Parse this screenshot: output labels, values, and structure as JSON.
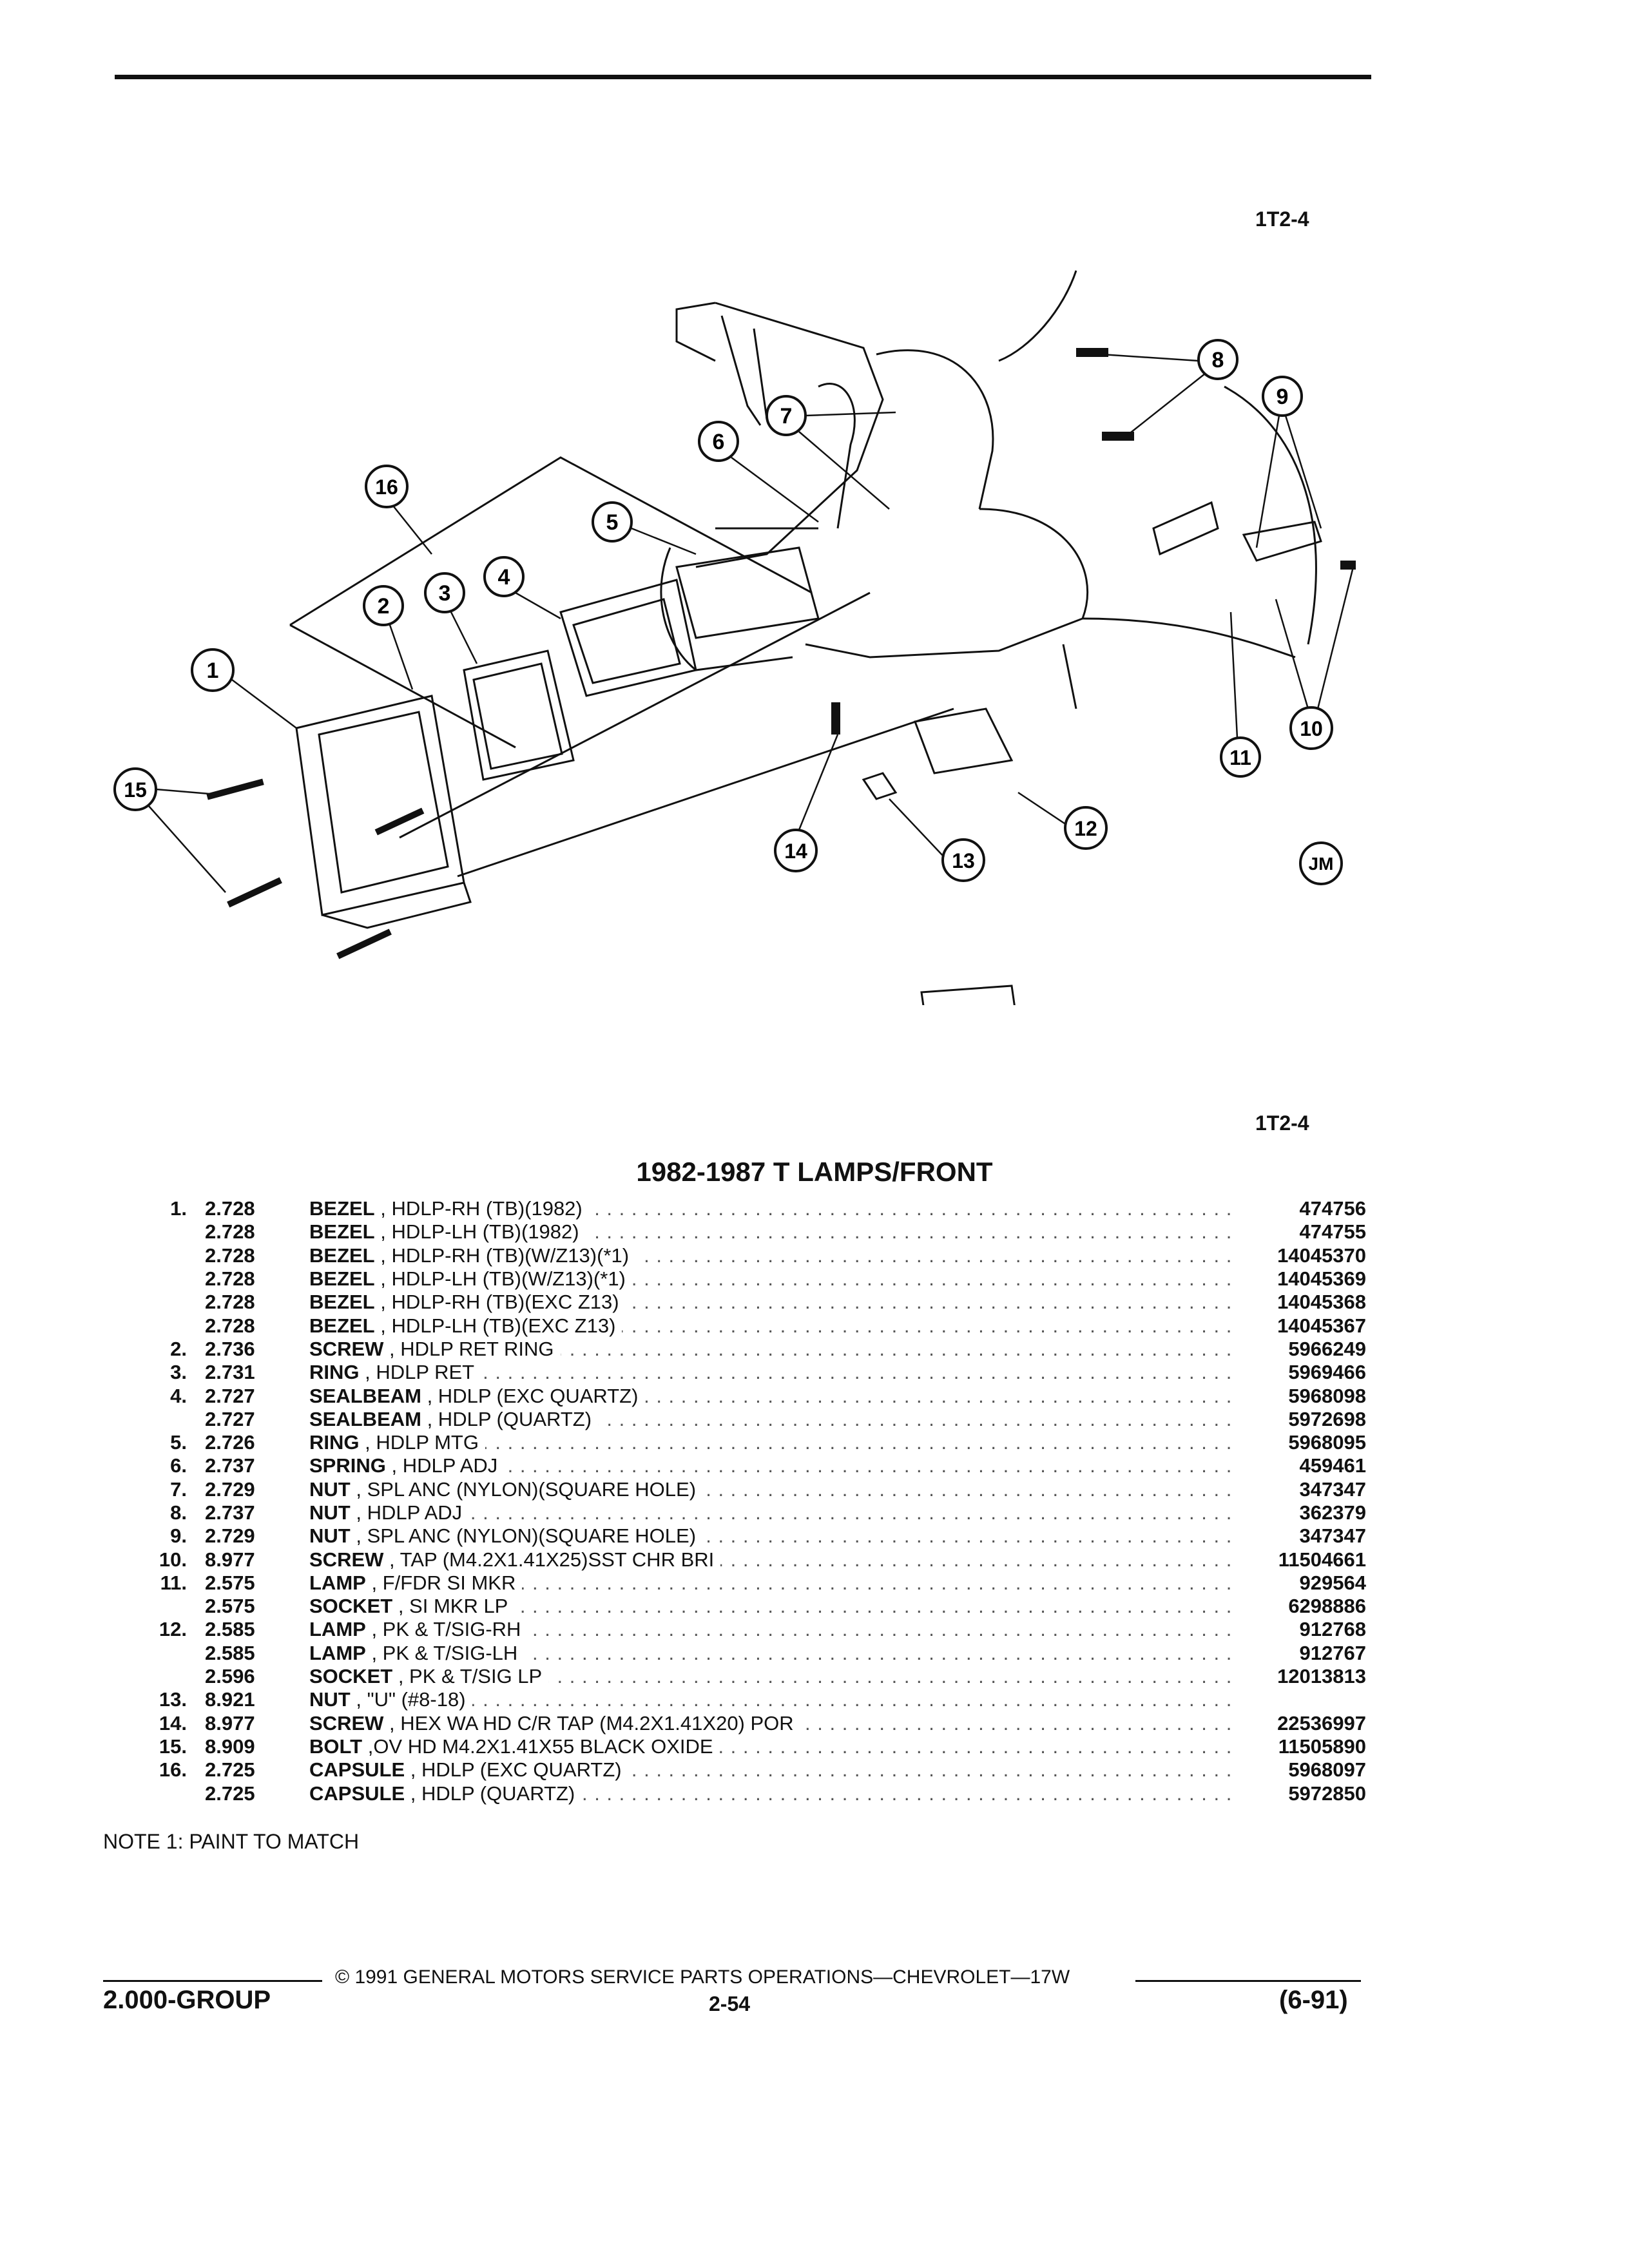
{
  "header": {
    "section_code": "1T2-4"
  },
  "diagram": {
    "callouts": [
      "1",
      "2",
      "3",
      "4",
      "5",
      "6",
      "7",
      "8",
      "9",
      "10",
      "11",
      "12",
      "13",
      "14",
      "15",
      "16"
    ],
    "mark": "JM"
  },
  "parts_header": {
    "section_code": "1T2-4",
    "title": "1982-1987 T LAMPS/FRONT"
  },
  "parts": [
    {
      "num": "1.",
      "grp": "2.728",
      "name": "BEZEL",
      "desc": ", HDLP-RH (TB)(1982)",
      "pn": "474756"
    },
    {
      "num": "",
      "grp": "2.728",
      "name": "BEZEL",
      "desc": ", HDLP-LH (TB)(1982)",
      "pn": "474755"
    },
    {
      "num": "",
      "grp": "2.728",
      "name": "BEZEL",
      "desc": ", HDLP-RH (TB)(W/Z13)(*1)",
      "pn": "14045370"
    },
    {
      "num": "",
      "grp": "2.728",
      "name": "BEZEL",
      "desc": ", HDLP-LH (TB)(W/Z13)(*1)",
      "pn": "14045369"
    },
    {
      "num": "",
      "grp": "2.728",
      "name": "BEZEL",
      "desc": ", HDLP-RH (TB)(EXC Z13)",
      "pn": "14045368"
    },
    {
      "num": "",
      "grp": "2.728",
      "name": "BEZEL",
      "desc": ", HDLP-LH (TB)(EXC Z13)",
      "pn": "14045367"
    },
    {
      "num": "2.",
      "grp": "2.736",
      "name": "SCREW",
      "desc": ", HDLP RET RING",
      "pn": "5966249"
    },
    {
      "num": "3.",
      "grp": "2.731",
      "name": "RING",
      "desc": ", HDLP RET",
      "pn": "5969466"
    },
    {
      "num": "4.",
      "grp": "2.727",
      "name": "SEALBEAM",
      "desc": ", HDLP (EXC QUARTZ)",
      "pn": "5968098"
    },
    {
      "num": "",
      "grp": "2.727",
      "name": "SEALBEAM",
      "desc": ", HDLP (QUARTZ)",
      "pn": "5972698"
    },
    {
      "num": "5.",
      "grp": "2.726",
      "name": "RING",
      "desc": ", HDLP MTG",
      "pn": "5968095"
    },
    {
      "num": "6.",
      "grp": "2.737",
      "name": "SPRING",
      "desc": ", HDLP ADJ",
      "pn": "459461"
    },
    {
      "num": "7.",
      "grp": "2.729",
      "name": "NUT",
      "desc": ", SPL ANC (NYLON)(SQUARE HOLE)",
      "pn": "347347"
    },
    {
      "num": "8.",
      "grp": "2.737",
      "name": "NUT",
      "desc": ", HDLP ADJ",
      "pn": "362379"
    },
    {
      "num": "9.",
      "grp": "2.729",
      "name": "NUT",
      "desc": ", SPL ANC (NYLON)(SQUARE HOLE)",
      "pn": "347347"
    },
    {
      "num": "10.",
      "grp": "8.977",
      "name": "SCREW",
      "desc": ", TAP (M4.2X1.41X25)SST CHR BRI",
      "pn": "11504661"
    },
    {
      "num": "11.",
      "grp": "2.575",
      "name": "LAMP",
      "desc": ", F/FDR SI MKR",
      "pn": "929564"
    },
    {
      "num": "",
      "grp": "2.575",
      "name": "SOCKET",
      "desc": ", SI MKR LP",
      "pn": "6298886"
    },
    {
      "num": "12.",
      "grp": "2.585",
      "name": "LAMP",
      "desc": ", PK & T/SIG-RH",
      "pn": "912768"
    },
    {
      "num": "",
      "grp": "2.585",
      "name": "LAMP",
      "desc": ", PK & T/SIG-LH",
      "pn": "912767"
    },
    {
      "num": "",
      "grp": "2.596",
      "name": "SOCKET",
      "desc": ", PK & T/SIG LP",
      "pn": "12013813"
    },
    {
      "num": "13.",
      "grp": "8.921",
      "name": "NUT",
      "desc": ", \"U\" (#8-18)",
      "pn": ""
    },
    {
      "num": "14.",
      "grp": "8.977",
      "name": "SCREW",
      "desc": ", HEX WA HD C/R TAP (M4.2X1.41X20) POR",
      "pn": "22536997"
    },
    {
      "num": "15.",
      "grp": "8.909",
      "name": "BOLT",
      "desc": ",OV HD M4.2X1.41X55 BLACK OXIDE",
      "pn": "11505890"
    },
    {
      "num": "16.",
      "grp": "2.725",
      "name": "CAPSULE",
      "desc": ", HDLP (EXC QUARTZ)",
      "pn": "5968097"
    },
    {
      "num": "",
      "grp": "2.725",
      "name": "CAPSULE",
      "desc": ", HDLP (QUARTZ)",
      "pn": "5972850"
    }
  ],
  "note": "NOTE 1: PAINT TO MATCH",
  "footer": {
    "copyright": "© 1991 GENERAL MOTORS SERVICE PARTS OPERATIONS—CHEVROLET—17W",
    "group": "2.000-GROUP",
    "page": "2-54",
    "revision": "(6-91)"
  }
}
